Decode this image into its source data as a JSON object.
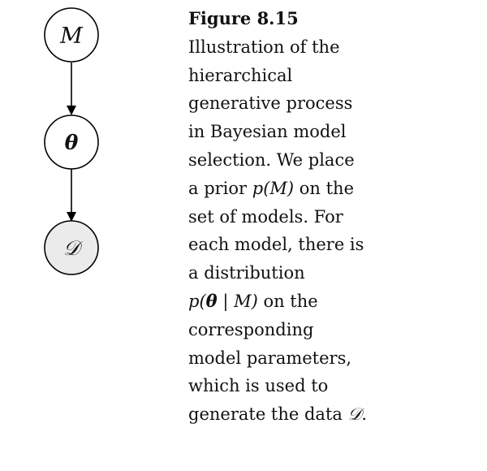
{
  "figure": {
    "nodes": [
      {
        "label": "M",
        "shaded": false
      },
      {
        "label": "θ",
        "shaded": false
      },
      {
        "label": "𝒟",
        "shaded": true
      }
    ],
    "node_colors": {
      "outline": "#000000",
      "fill": "#ffffff",
      "shaded_fill": "#ebebeb"
    },
    "caption": {
      "title": "Figure 8.15",
      "l1": "Illustration of the",
      "l2": "hierarchical",
      "l3": "generative process",
      "l4": "in Bayesian model",
      "l5": "selection. We place",
      "l6_pre": "a prior ",
      "l6_math": "p(M)",
      "l6_post": " on the",
      "l7": "set of models. For",
      "l8": "each model, there is",
      "l9": "a distribution",
      "l10_p": "p(",
      "l10_theta": "θ",
      "l10_rest": " | M)",
      "l10_post": " on the",
      "l11": "corresponding",
      "l12": "model parameters,",
      "l13": "which is used to",
      "l14_pre": "generate the data ",
      "l14_math": "𝒟",
      "l14_post": "."
    }
  }
}
